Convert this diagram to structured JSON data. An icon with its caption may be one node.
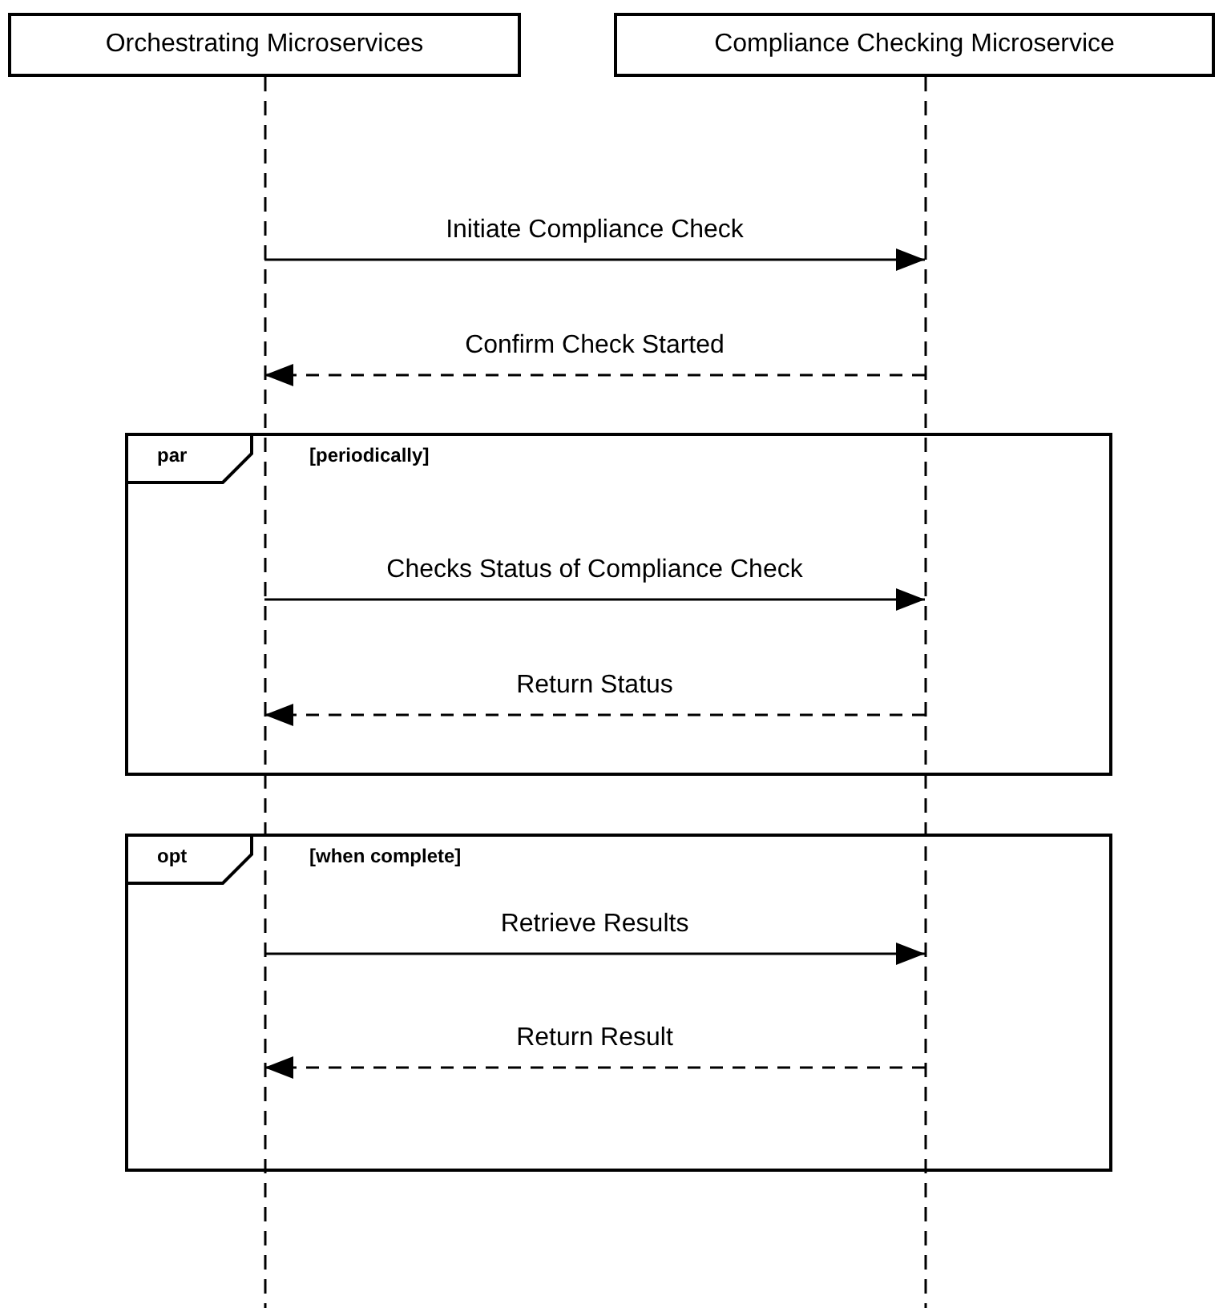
{
  "diagram": {
    "nodes": [
      {
        "text": [
          "Orchestrating Microservices"
        ]
      },
      {
        "text": [
          "Compliance Checking Microservice"
        ]
      }
    ],
    "edges": [
      {
        "from": 0,
        "to": 1,
        "arrow": "to",
        "label": "Initiate Compliance Check"
      },
      {
        "from": 1,
        "to": 0,
        "arrow": "to",
        "label": "Confirm Check Started",
        "style": "dashed"
      },
      {
        "from": 0,
        "to": 1,
        "arrow": "to",
        "label": "Checks Status of Compliance Check"
      },
      {
        "from": 1,
        "to": 0,
        "arrow": "to",
        "label": "Return Status",
        "style": "dashed"
      },
      {
        "from": 0,
        "to": 1,
        "arrow": "to",
        "label": "Retrieve Results"
      },
      {
        "from": 1,
        "to": 0,
        "arrow": "to",
        "label": "Return Result",
        "style": "dashed"
      }
    ],
    "labels": [
      "par",
      "[periodically]",
      "opt",
      "[when complete]"
    ]
  }
}
